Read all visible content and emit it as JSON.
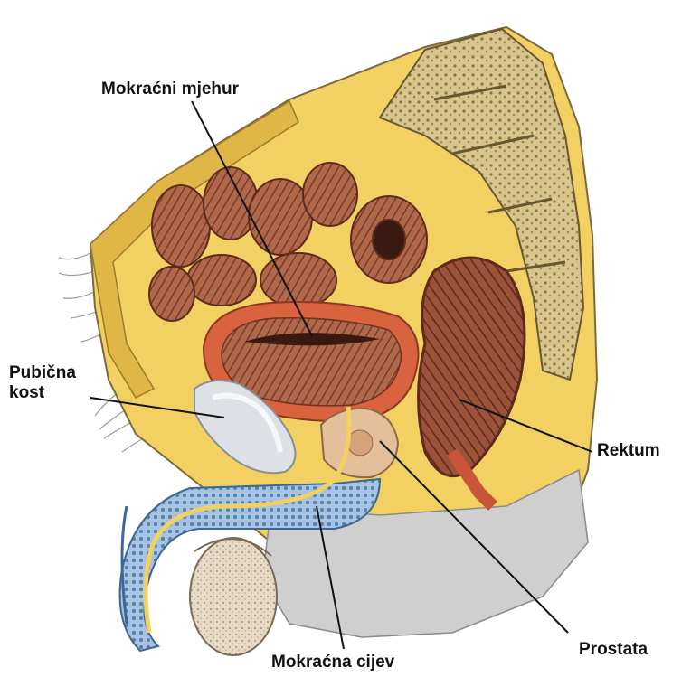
{
  "figure": {
    "labels": {
      "bladder": "Mokraćni mjehur",
      "pubic_bone_line1": "Pubična",
      "pubic_bone_line2": "kost",
      "rectum": "Rektum",
      "prostate": "Prostata",
      "urethra": "Mokraćna cijev"
    },
    "colors": {
      "fat_yellow": "#f2d062",
      "muscle_brown": "#8a4a33",
      "muscle_light": "#c98a6a",
      "bladder_wall": "#d9623f",
      "urethra_blue": "#7ea6cf",
      "bone_grey": "#d9dde2",
      "skin_grey": "#bfbfbf",
      "leader_line": "#111111"
    }
  }
}
